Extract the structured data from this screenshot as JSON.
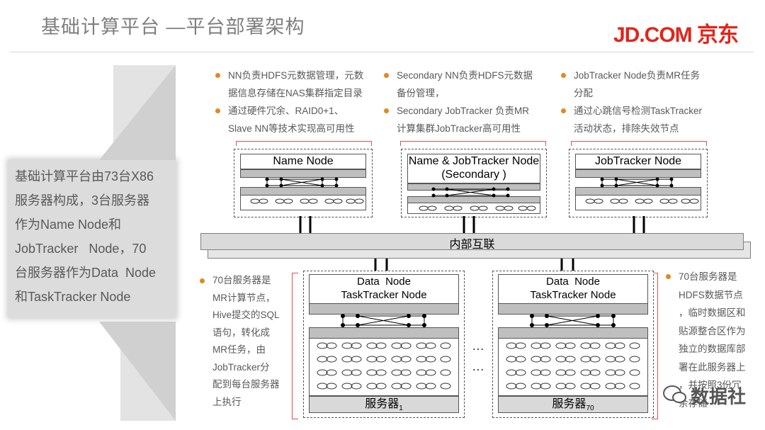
{
  "header": {
    "title": "基础计算平台 —平台部署架构",
    "logo": "JD.COM 京东"
  },
  "left_panel": {
    "lines": [
      "基础计算平台由73台X86",
      "服务器构成，3台服务器",
      "作为Name Node和",
      "JobTracker   Node，70",
      "台服务器作为Data  Node",
      "和TaskTracker Node"
    ]
  },
  "top_notes": [
    {
      "items": [
        [
          "NN负责HDFS元数据管理，元数",
          "据信息存储在NAS集群指定目录"
        ],
        [
          "通过硬件冗余、RAID0+1、",
          "Slave NN等技术实现高可用性"
        ]
      ]
    },
    {
      "items": [
        [
          "Secondary NN负责HDFS元数据",
          "备份管理，"
        ],
        [
          "Secondary JobTracker 负责MR",
          "计算集群JobTracker高可用性"
        ]
      ]
    },
    {
      "items": [
        [
          "JobTracker Node负责MR任务",
          "分配"
        ],
        [
          "通过心跳信号检测TaskTracker",
          "活动状态，排除失效节点"
        ]
      ]
    }
  ],
  "top_nodes": [
    {
      "label": "Name Node"
    },
    {
      "label": "Name & JobTracker Node (Secondary )"
    },
    {
      "label": "JobTracker Node"
    }
  ],
  "bus_label": "内部互联",
  "data_nodes": [
    {
      "title_1": "Data  Node",
      "title_2": "TaskTracker Node",
      "server": "服务器",
      "server_sub": "1"
    },
    {
      "title_1": "Data  Node",
      "title_2": "TaskTracker Node",
      "server": "服务器",
      "server_sub": "70"
    }
  ],
  "ellipsis": "…",
  "left_note": [
    "70台服务器是",
    "MR计算节点，",
    "Hive提交的SQL",
    "语句，转化成",
    "MR任务，由",
    "JobTracker分",
    "配到每台服务器",
    "上执行"
  ],
  "right_note": [
    "70台服务器是",
    "HDFS数据节点",
    "，临时数据区和",
    "贴源整合区作为",
    "独立的数据库部",
    "署在此服务器上",
    "，并按照3份冗",
    "余存储"
  ],
  "watermark": "数据社",
  "colors": {
    "accent": "#e1251b",
    "bullet": "#e08a1e",
    "bracket": "#d9534f"
  }
}
